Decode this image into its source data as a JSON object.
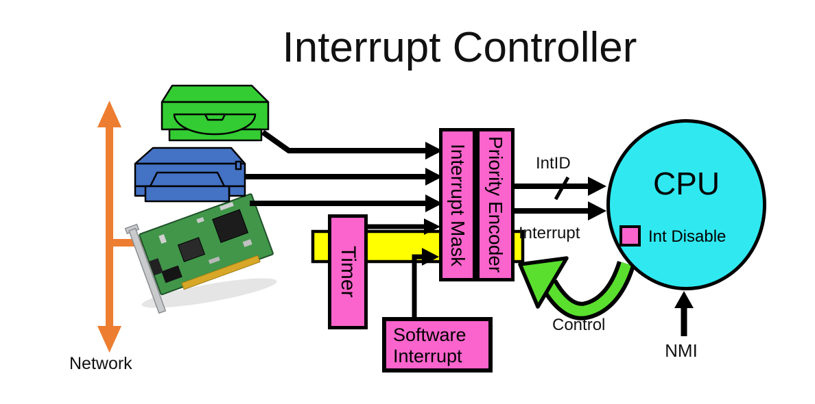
{
  "title": "Interrupt Controller",
  "devices": {
    "network_label": "Network",
    "cd_drive_icon": "cd-drive-icon",
    "printer_icon": "printer-icon",
    "network_card_icon": "network-card-icon"
  },
  "controller": {
    "interrupt_mask_label": "Interrupt Mask",
    "priority_encoder_label": "Priority Encoder",
    "timer_label": "Timer",
    "software_interrupt": {
      "line1": "Software",
      "line2": "Interrupt"
    }
  },
  "cpu": {
    "label": "CPU",
    "int_disable_label": "Int Disable"
  },
  "signals": {
    "intid": "IntID",
    "interrupt": "Interrupt",
    "control": "Control",
    "nmi": "NMI"
  },
  "colors": {
    "box_pink": "#FA64CC",
    "bus_yellow": "#FFFF00",
    "cpu_cyan": "#30E8F0",
    "drive_green": "#33CC33",
    "control_green": "#5ADF2E",
    "printer_blue": "#4472C4",
    "network_orange": "#ED7D31",
    "line_black": "#000000"
  }
}
